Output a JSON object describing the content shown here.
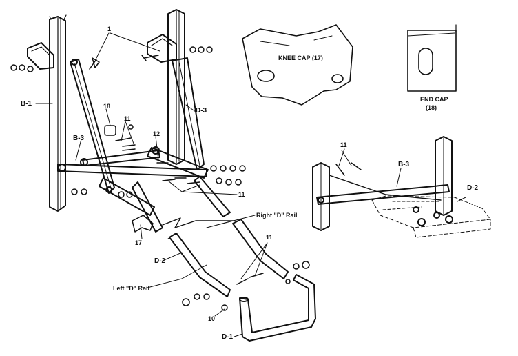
{
  "callouts": {
    "b1": "B-1",
    "b3_left": "B-3",
    "b3_right": "B-3",
    "d3": "D-3",
    "d2_bottom": "D-2",
    "d2_right": "D-2",
    "d1": "D-1",
    "c1": "1",
    "c18": "18",
    "c11_a": "11",
    "c12": "12",
    "c11_b": "11",
    "c11_c": "11",
    "c11_d": "11",
    "c17": "17",
    "c10": "10",
    "right_rail": "Right \"D\" Rail",
    "left_rail": "Left \"D\" Rail"
  },
  "insets": {
    "knee_cap": "KNEE CAP (17)",
    "end_cap_title": "END CAP",
    "end_cap_num": "(18)"
  },
  "colors": {
    "ink": "#111111",
    "paper": "#ffffff"
  }
}
